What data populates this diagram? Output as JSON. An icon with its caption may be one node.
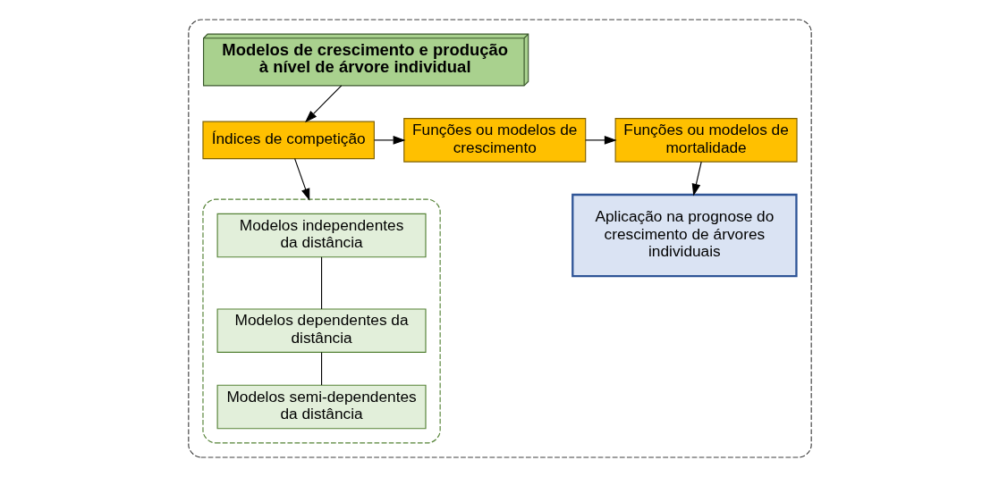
{
  "diagram": {
    "nodes": [
      {
        "text": [],
        "shape": "box"
      },
      {
        "text": [
          "Modelos de crescimento e produção à nível de árvore individual"
        ],
        "in": 0
      },
      {
        "text": [
          "Índices de competição"
        ],
        "in": 0
      },
      {
        "text": [
          "Funções ou modelos de crescimento"
        ],
        "in": 0
      },
      {
        "text": [
          "Funções ou modelos de mortalidade"
        ],
        "in": 0
      },
      {
        "text": [],
        "shape": "box",
        "in": 0
      },
      {
        "text": [
          "Modelos independentes da distância"
        ],
        "in": 5
      },
      {
        "text": [
          "Modelos dependentes da distância"
        ],
        "in": 5
      },
      {
        "text": [
          "Modelos semi-dependentes da distância"
        ],
        "in": 5
      },
      {
        "text": [
          "Aplicação na prognose do crescimento de árvores individuais"
        ],
        "in": 0
      }
    ],
    "edges": [
      {
        "from": 1,
        "to": 2,
        "arrow": "to"
      },
      {
        "from": 2,
        "to": 3,
        "arrow": "to"
      },
      {
        "from": 3,
        "to": 4,
        "arrow": "to"
      },
      {
        "from": 2,
        "to": 5,
        "arrow": "to"
      },
      {
        "from": 6,
        "to": 7,
        "arrow": "none"
      },
      {
        "from": 7,
        "to": 8,
        "arrow": "none"
      },
      {
        "from": 4,
        "to": 9,
        "arrow": "to"
      }
    ]
  }
}
